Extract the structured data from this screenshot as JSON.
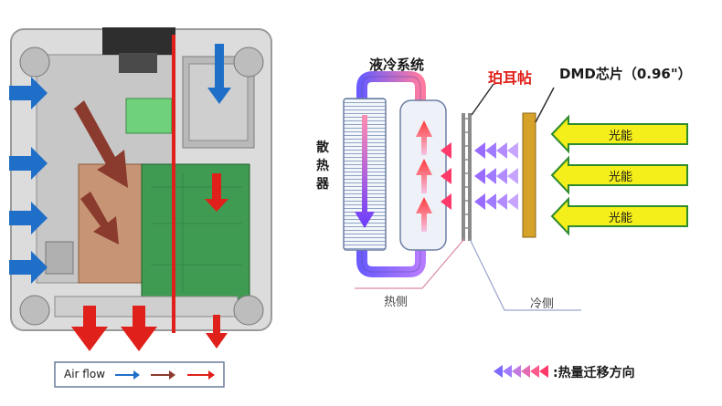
{
  "left_panel": {
    "legend": {
      "label": "Air flow",
      "arrow_colors": [
        "#1f6fc9",
        "#8b3a2e",
        "#e0201a"
      ]
    }
  },
  "right_panel": {
    "liquid_cooling_label": "液冷系统",
    "radiator_label": "散热器",
    "peltier_label": "珀耳帖",
    "dmd_label": "DMD芯片（0.96\"）",
    "light_energy_labels": [
      "光能",
      "光能",
      "光能"
    ],
    "hot_side_label": "热侧",
    "cold_side_label": "冷侧",
    "heat_transfer_legend": ":热量迁移方向"
  },
  "colors": {
    "peltier_label": "#e0201a",
    "light_arrow_fill": "#f4ee1a",
    "light_arrow_stroke": "#2e8b2e",
    "dmd_chip": "#d6a22a",
    "air_blue": "#1f6fc9",
    "air_brown": "#8b3a2e",
    "air_red": "#e0201a"
  }
}
